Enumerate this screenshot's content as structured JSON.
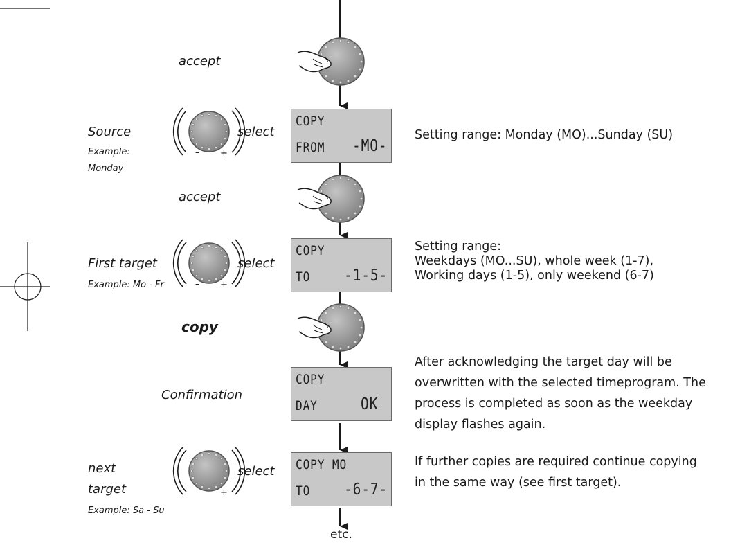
{
  "labels": {
    "accept_1": "accept",
    "source": "Source",
    "source_example_1": "Example:",
    "source_example_2": "Monday",
    "select_1": "select",
    "accept_2": "accept",
    "first_target": "First target",
    "first_target_example": "Example: Mo - Fr",
    "select_2": "select",
    "copy": "copy",
    "confirmation": "Confirmation",
    "next_target_1": "next",
    "next_target_2": "target",
    "next_target_example": "Example: Sa - Su",
    "select_3": "select",
    "etc": "etc.",
    "knob_minus": "–",
    "knob_plus": "+"
  },
  "displays": {
    "copy_from": {
      "line1": "COPY",
      "line2_left": "FROM",
      "line2_right": "-MO-"
    },
    "copy_to_1": {
      "line1": "COPY",
      "line2_left": "TO",
      "line2_right": "-1-5-"
    },
    "copy_day_ok": {
      "line1": "COPY",
      "line2_left": "DAY",
      "line2_right": "OK"
    },
    "copy_to_2": {
      "line1": "COPY MO",
      "line2_left": "TO",
      "line2_right": "-6-7-"
    }
  },
  "descriptions": {
    "source_range": "Setting range:  Monday (MO)...Sunday (SU)",
    "first_range_1": "Setting range:",
    "first_range_2": "Weekdays  (MO...SU), whole week (1-7),",
    "first_range_3": "Working days (1-5),  only weekend  (6-7)",
    "confirm_1": "After acknowledging the target day will be",
    "confirm_2": "overwritten with the selected timeprogram. The",
    "confirm_3": "process is completed as soon as the weekday",
    "confirm_4": "display flashes again.",
    "next_1": "If further copies are required continue copying",
    "next_2": "in the same way (see first target)."
  },
  "colors": {
    "knob": "#9a9a9a",
    "lcd_bg": "#c8c8c8",
    "ink": "#1a1a1a"
  },
  "icons": [
    "press-knob-hand-icon",
    "rotary-knob-icon",
    "flow-arrow-icon",
    "registration-mark-icon"
  ]
}
